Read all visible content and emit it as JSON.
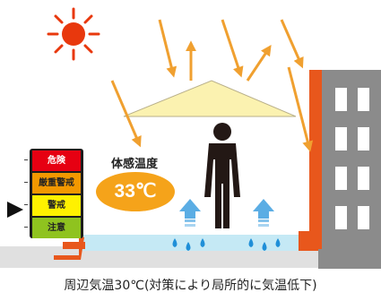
{
  "scale": {
    "levels": [
      "危険",
      "厳重警戒",
      "警戒",
      "注意"
    ],
    "colors": [
      "#e60012",
      "#f39800",
      "#fff100",
      "#8fc31f"
    ]
  },
  "badge": {
    "label": "体感温度",
    "value": "33℃",
    "color": "#f5a31a"
  },
  "caption": "周辺気温30℃(対策により局所的に気温低下)",
  "colors": {
    "sun": "#e8380d",
    "ray": "#f0a030",
    "canopy": "#fbf2b0",
    "mist_arrow": "#52a9e3",
    "water": "#c5e9f5",
    "building": "#8b8b8b"
  },
  "icons": [
    "sun-icon",
    "person-icon",
    "mist-arrow-icon",
    "water-drop-icon",
    "building-icon",
    "pointer-icon"
  ]
}
